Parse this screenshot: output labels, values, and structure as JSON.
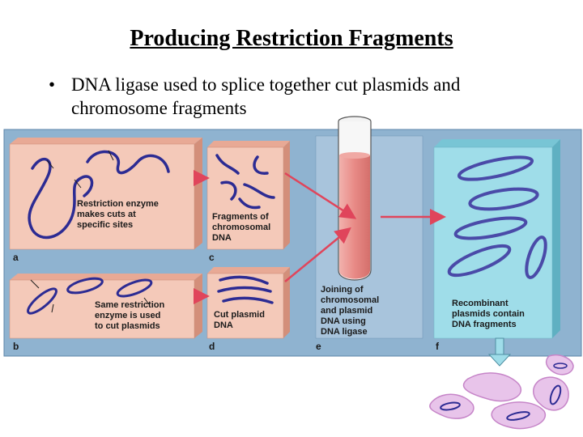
{
  "slide": {
    "title": "Producing Restriction Fragments",
    "bullet_marker": "•",
    "bullet_text": "DNA ligase used to splice together cut plasmids and chromosome fragments"
  },
  "diagram": {
    "panels": {
      "a": {
        "letter": "a",
        "caption": [
          "Restriction enzyme",
          "makes cuts at",
          "specific sites"
        ]
      },
      "b": {
        "letter": "b",
        "caption": [
          "Same restriction",
          "enzyme is used",
          "to cut plasmids"
        ]
      },
      "c": {
        "letter": "c",
        "caption": [
          "Fragments of",
          "chromosomal",
          "DNA"
        ]
      },
      "d": {
        "letter": "d",
        "caption": [
          "Cut plasmid",
          "DNA"
        ]
      },
      "e": {
        "letter": "e",
        "caption": [
          "Joining of",
          "chromosomal",
          "and plasmid",
          "DNA using",
          "DNA ligase"
        ]
      },
      "f": {
        "letter": "f",
        "caption": [
          "Recombinant",
          "plasmids contain",
          "DNA fragments"
        ]
      }
    },
    "colors": {
      "background": "#8fb3d0",
      "panel_pink": "#f4c9b9",
      "panel_cyan": "#9fdde9",
      "dna_strand": "#2c2b93",
      "arrow": "#e0455b",
      "tube_liquid": "#e88a86",
      "plasmid_pink": "#d38fd3"
    }
  }
}
